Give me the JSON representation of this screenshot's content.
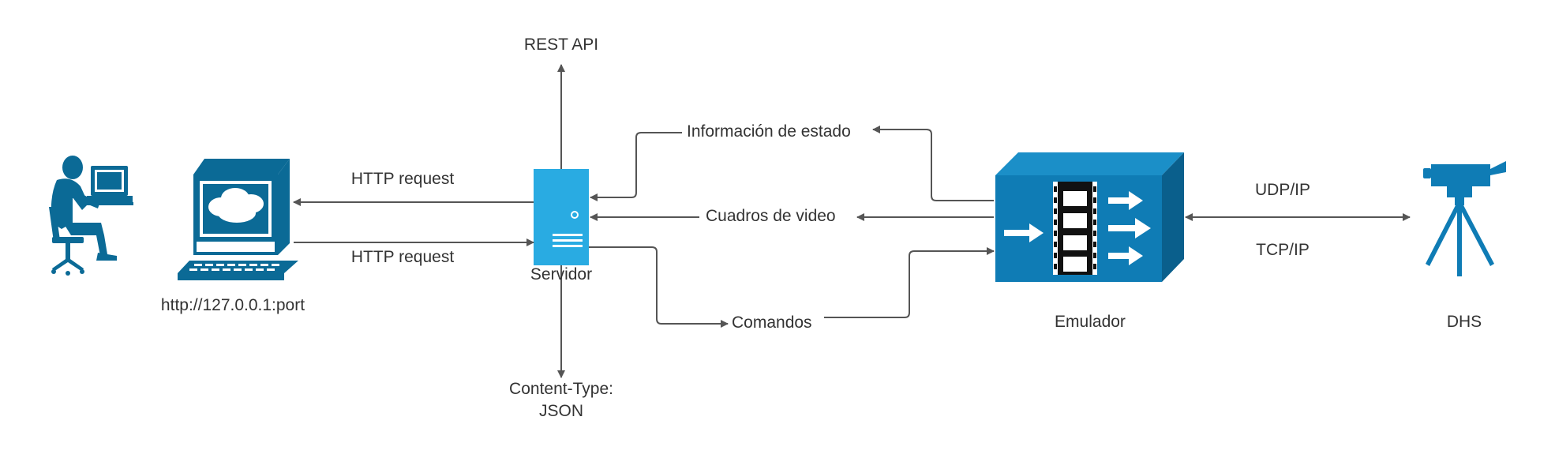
{
  "labels": {
    "rest_api": "REST API",
    "http_request_top": "HTTP request",
    "http_request_bottom": "HTTP request",
    "url": "http://127.0.0.1:port",
    "servidor": "Servidor",
    "content_type_line1": "Content-Type:",
    "content_type_line2": "JSON",
    "info_estado": "Información de estado",
    "cuadros_video": "Cuadros de video",
    "comandos": "Comandos",
    "emulador": "Emulador",
    "udp_ip": "UDP/IP",
    "tcp_ip": "TCP/IP",
    "dhs": "DHS"
  },
  "colors": {
    "dark_blue": "#0b6a96",
    "server_blue": "#29abe2",
    "emulator_blue": "#0f7cb5",
    "arrow": "#555555",
    "text": "#333333"
  },
  "icons": [
    "user-at-computer-icon",
    "computer-monitor-icon",
    "server-icon",
    "emulator-box-icon",
    "film-strip-icon",
    "video-camera-icon"
  ]
}
